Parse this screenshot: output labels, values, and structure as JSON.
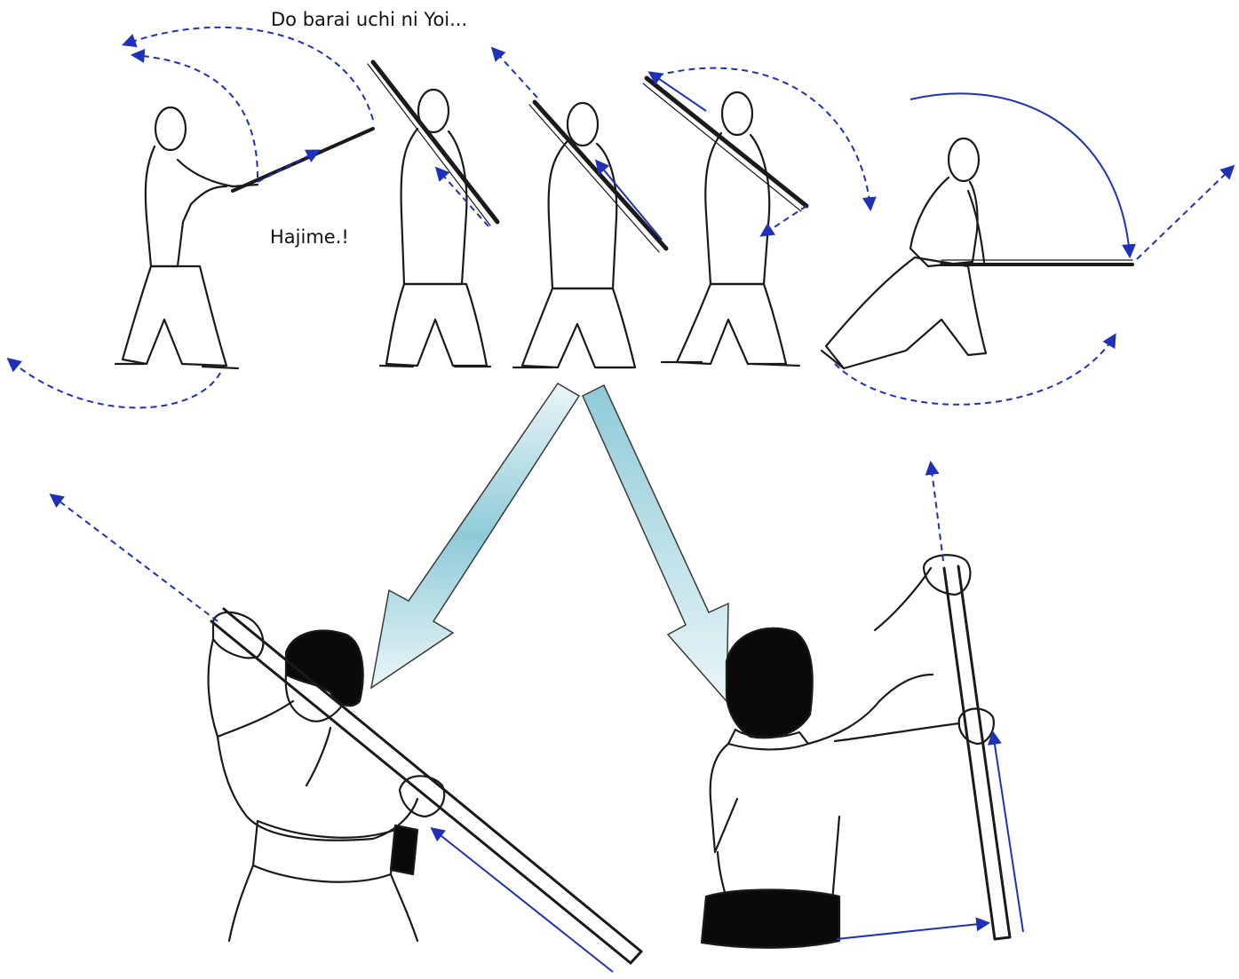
{
  "captions": {
    "top": "Do barai uchi ni Yoi...",
    "start": "Hajime.!"
  },
  "colors": {
    "arrow": "#1f31b8",
    "ink": "#1a1a1a",
    "belt": "#0a0a0a",
    "big_arrow_light": "#eaf6f8",
    "big_arrow_dark": "#8fcad8",
    "big_arrow_outline": "#3a3a3a"
  },
  "sequence": {
    "figure_count": 5,
    "steps": [
      "start-stance",
      "raise-overhead",
      "sword-diagonal",
      "sword-back",
      "sweep-low"
    ]
  },
  "details": {
    "left": "diagonal-overhead-grip",
    "right": "vertical-upright-grip"
  }
}
